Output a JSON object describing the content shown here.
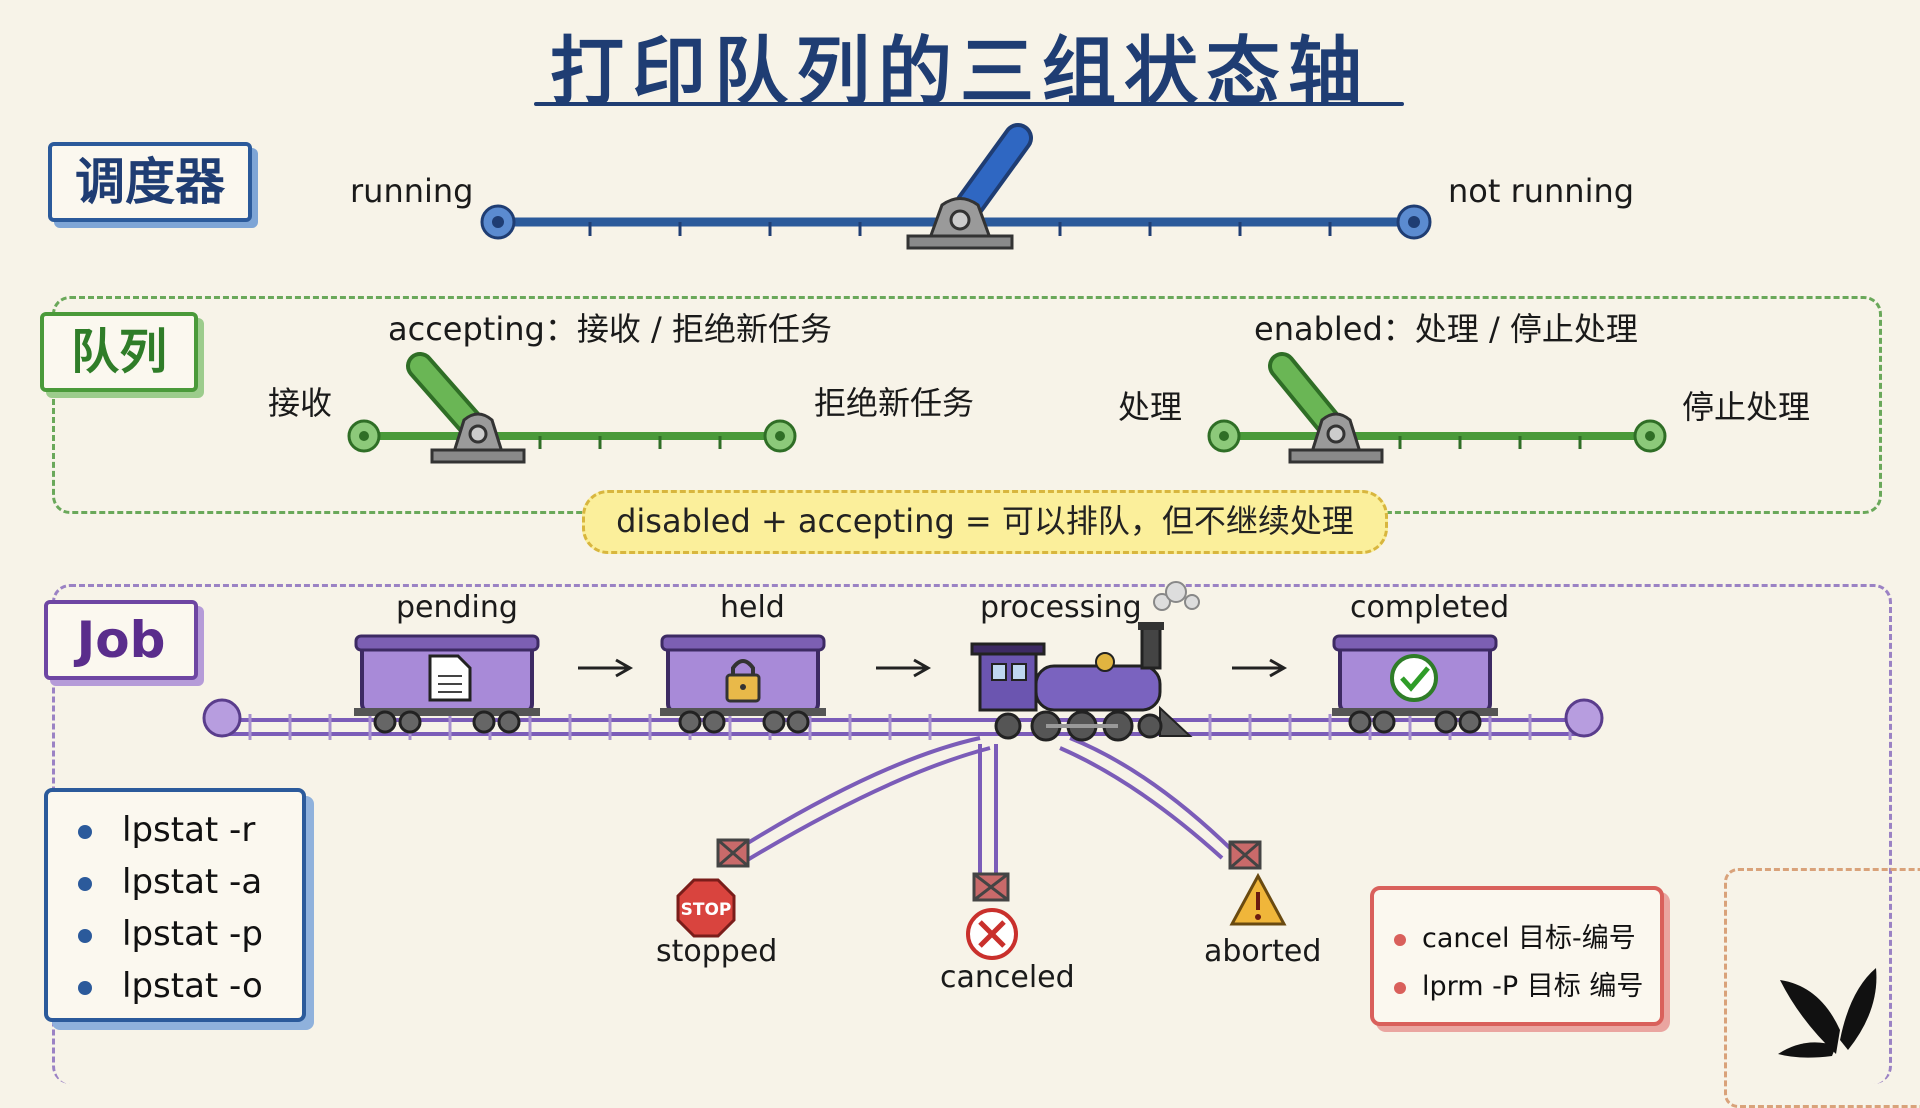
{
  "title": "打印队列的三组状态轴",
  "scheduler": {
    "label": "调度器",
    "left_state": "running",
    "right_state": "not running"
  },
  "queue": {
    "label": "队列",
    "accepting_caption": "accepting：接收 / 拒绝新任务",
    "accepting_left": "接收",
    "accepting_right": "拒绝新任务",
    "enabled_caption": "enabled：处理 / 停止处理",
    "enabled_left": "处理",
    "enabled_right": "停止处理",
    "note": "disabled + accepting = 可以排队，但不继续处理"
  },
  "job": {
    "label": "Job",
    "states": [
      "pending",
      "held",
      "processing",
      "completed"
    ],
    "branches": [
      "stopped",
      "canceled",
      "aborted"
    ],
    "stop_sign_text": "STOP"
  },
  "commands": [
    "lpstat -r",
    "lpstat -a",
    "lpstat -p",
    "lpstat -o"
  ],
  "cancel_commands": [
    "cancel 目标-编号",
    "lprm -P 目标 编号"
  ],
  "colors": {
    "blue": "#2b5a9b",
    "green": "#4a9a3a",
    "purple": "#7b5cb8",
    "red": "#d9605b",
    "yellow": "#fbef9b"
  }
}
